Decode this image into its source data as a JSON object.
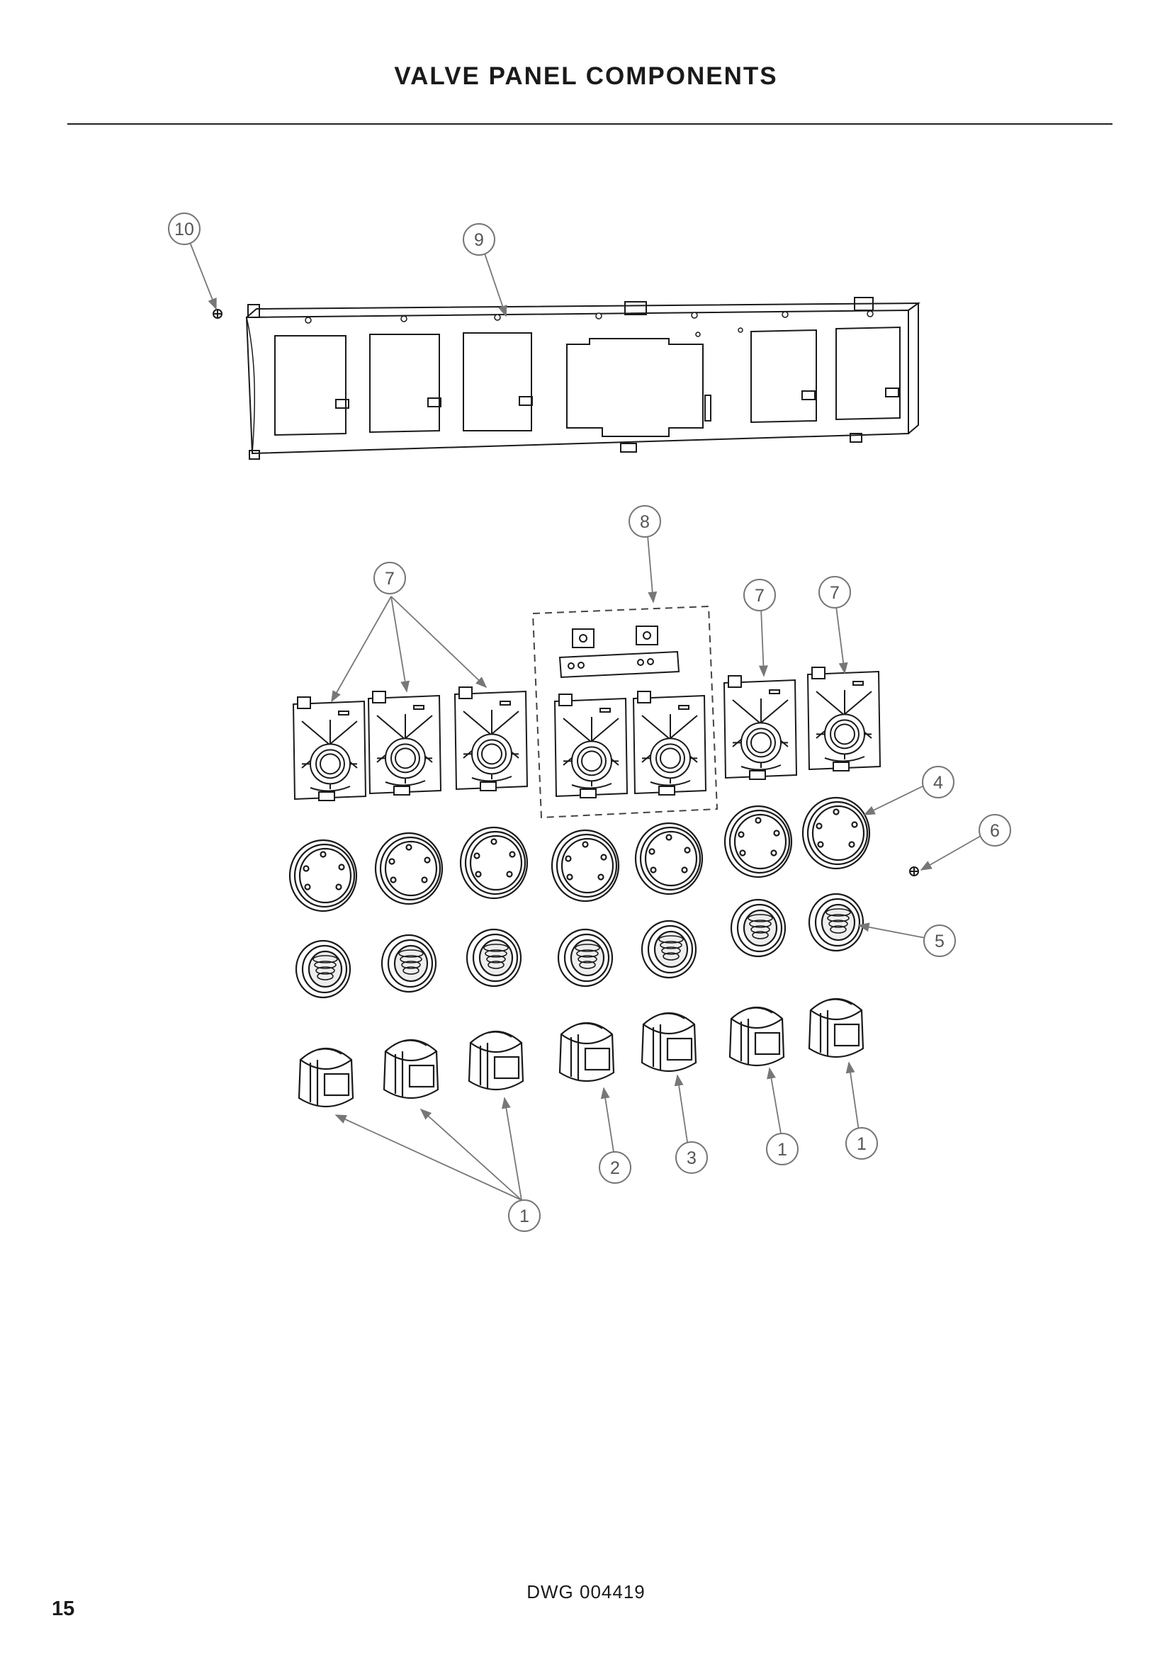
{
  "page": {
    "title": "VALVE PANEL COMPONENTS",
    "drawing_number": "DWG 004419",
    "page_number": "15"
  },
  "colors": {
    "line": "#1a1a1a",
    "callout": "#777777"
  },
  "callout_labels": {
    "valve_panel_screw": "10",
    "valve_panel": "9",
    "trim_assembly": "8",
    "trim_left_group": "7",
    "trim_right_a": "7",
    "trim_right_b": "7",
    "bezel": "4",
    "bezel_screw": "6",
    "knob_adaptor": "5",
    "knob_left_group": "1",
    "knob_center_a": "2",
    "knob_center_b": "3",
    "knob_right_a": "1",
    "knob_right_b": "1"
  },
  "parts": {
    "valve_panel": "valve-panel",
    "trims": "trim-plate",
    "bezels": "bezel-ring",
    "adaptors": "knob-adaptor",
    "knobs": "control-knob",
    "screws": "screw"
  }
}
